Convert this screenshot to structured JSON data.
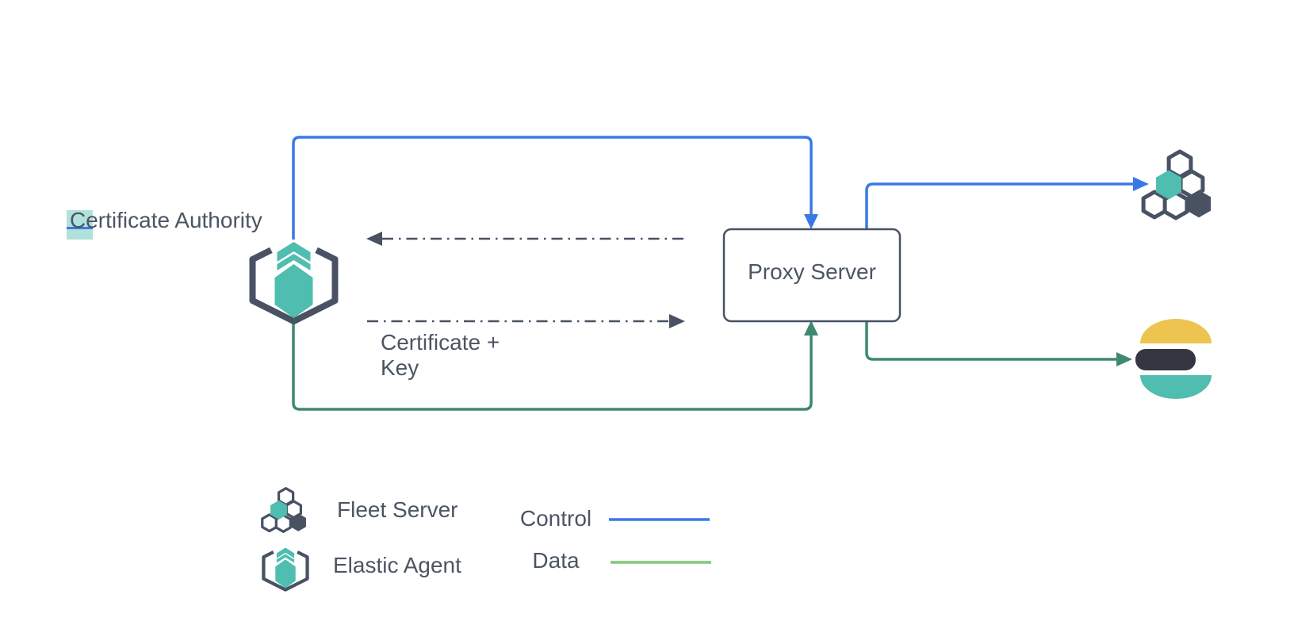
{
  "colors": {
    "control_blue": "#3a79e5",
    "data_green_dark": "#3f8871",
    "data_green_light": "#80c87a",
    "teal": "#4fbdb0",
    "yellow": "#eec450",
    "ink_dark": "#343741",
    "slate": "#485263",
    "text": "#4b5563"
  },
  "nodes": {
    "certificate_authority": {
      "label": "Certificate Authority"
    },
    "elastic_agent": {
      "icon": "elastic-agent-icon"
    },
    "proxy_server": {
      "label": "Proxy Server"
    },
    "fleet_server": {
      "icon": "fleet-server-icon"
    },
    "elasticsearch": {
      "icon": "elasticsearch-logo"
    }
  },
  "annotations": {
    "certificate_key": {
      "line1": "Certificate +",
      "line2": "Key"
    }
  },
  "edges": {
    "control_color": "#3a79e5",
    "data_color": "#3f8871"
  },
  "legend": {
    "items": [
      {
        "icon": "fleet-server-icon",
        "label": "Fleet Server"
      },
      {
        "icon": "elastic-agent-icon",
        "label": "Elastic Agent"
      }
    ],
    "lines": [
      {
        "label": "Control",
        "color": "#3a79e5"
      },
      {
        "label": "Data",
        "color": "#80c87a"
      }
    ]
  }
}
